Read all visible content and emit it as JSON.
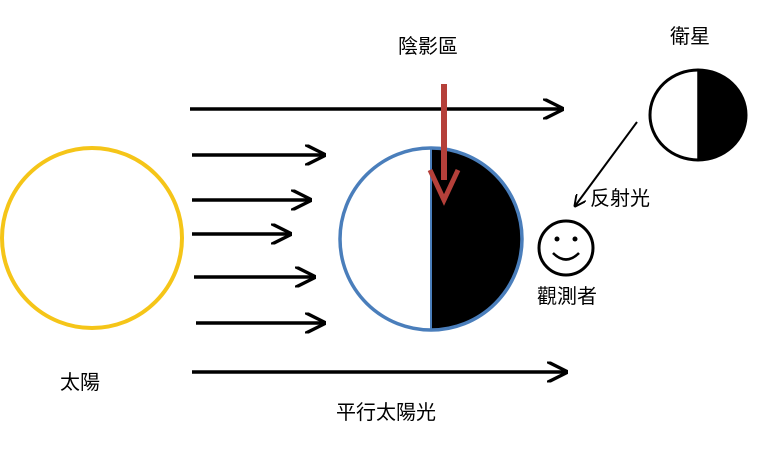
{
  "labels": {
    "sun": "太陽",
    "shadow_region": "陰影區",
    "satellite": "衛星",
    "reflected_light": "反射光",
    "observer": "觀測者",
    "parallel_sunlight": "平行太陽光"
  },
  "colors": {
    "sun_outline": "#F5C518",
    "earth_outline": "#4A7EBB",
    "shadow_arrow": "#B5403A",
    "ink": "#000000",
    "background": "#FFFFFF"
  },
  "icons": {
    "observer_face": "smiley-face-icon"
  }
}
